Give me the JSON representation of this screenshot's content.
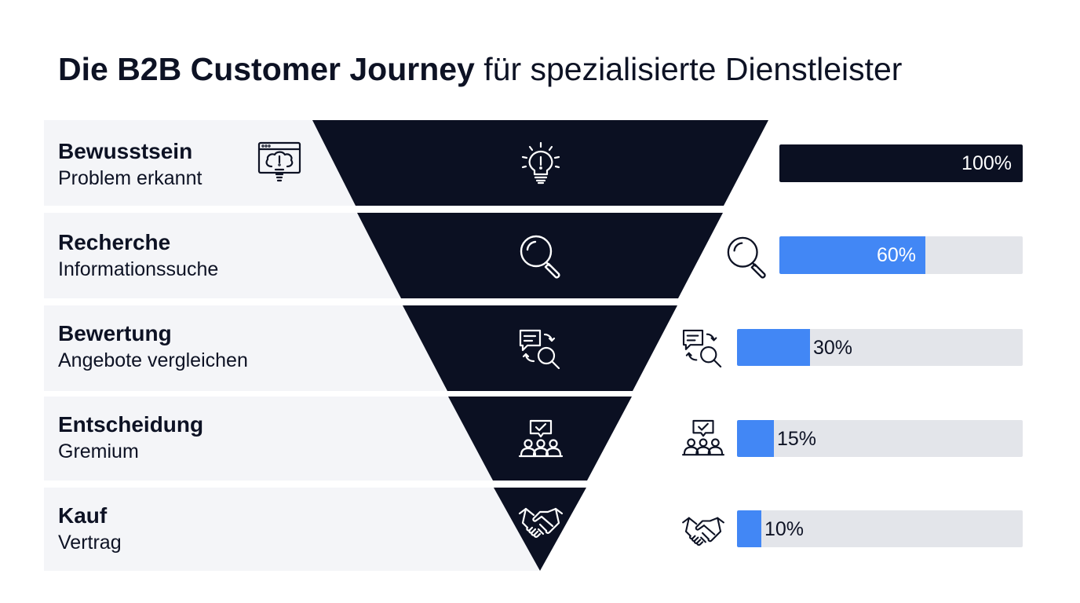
{
  "title_bold": "Die B2B Customer Journey",
  "title_rest": " für spezialisierte Dienstleister",
  "colors": {
    "dark": "#0b1022",
    "blue": "#4287f5",
    "track": "#e3e5ea",
    "row": "#f4f5f8"
  },
  "stages": [
    {
      "title": "Bewusstsein",
      "subtitle": "Problem erkannt",
      "percent": 100,
      "percent_label": "100%",
      "icon": "lightbulb-icon",
      "side_icon": "browser-lightbulb-icon"
    },
    {
      "title": "Recherche",
      "subtitle": "Informationssuche",
      "percent": 60,
      "percent_label": "60%",
      "icon": "magnifier-icon",
      "side_icon": "magnifier-icon"
    },
    {
      "title": "Bewertung",
      "subtitle": "Angebote vergleichen",
      "percent": 30,
      "percent_label": "30%",
      "icon": "compare-chat-search-icon",
      "side_icon": "compare-chat-search-icon"
    },
    {
      "title": "Entscheidung",
      "subtitle": "Gremium",
      "percent": 15,
      "percent_label": "15%",
      "icon": "committee-icon",
      "side_icon": "committee-icon"
    },
    {
      "title": "Kauf",
      "subtitle": "Vertrag",
      "percent": 10,
      "percent_label": "10%",
      "icon": "handshake-icon",
      "side_icon": "handshake-icon"
    }
  ]
}
